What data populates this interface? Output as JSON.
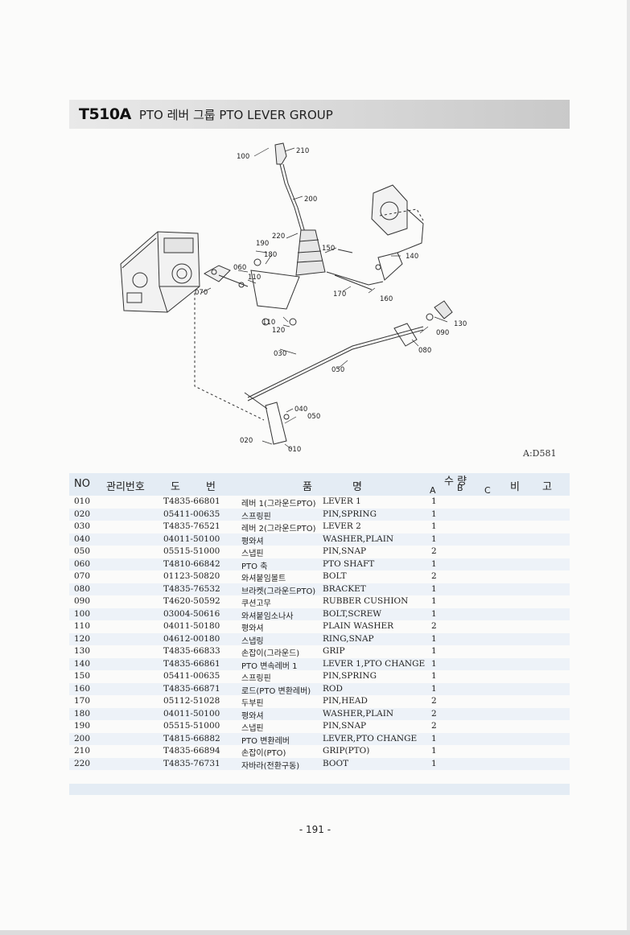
{
  "header": {
    "code": "T510A",
    "name": "PTO 레버 그룹  PTO LEVER GROUP"
  },
  "diagram": {
    "ref": "A:D581",
    "callouts": [
      "100",
      "210",
      "200",
      "220",
      "190",
      "180",
      "150",
      "140",
      "060",
      "110",
      "070",
      "170",
      "160",
      "130",
      "110",
      "120",
      "090",
      "080",
      "030",
      "050",
      "040",
      "050",
      "020",
      "010"
    ]
  },
  "table": {
    "headers": {
      "no": "NO",
      "mgmt": "관리번호",
      "part_do": "도",
      "part_beon": "번",
      "name_pum": "품",
      "name_myeong": "명",
      "qty": "수 량",
      "qty_a": "A",
      "qty_b": "B",
      "qty_c": "C",
      "remark_bi": "비",
      "remark_go": "고"
    },
    "rows": [
      {
        "no": "010",
        "part": "T4835-66801",
        "kr": "레버 1(그라운드PTO)",
        "en": "LEVER 1",
        "qa": "1"
      },
      {
        "no": "020",
        "part": "05411-00635",
        "kr": "스프링핀",
        "en": "PIN,SPRING",
        "qa": "1"
      },
      {
        "no": "030",
        "part": "T4835-76521",
        "kr": "레버 2(그라운드PTO)",
        "en": "LEVER 2",
        "qa": "1"
      },
      {
        "no": "040",
        "part": "04011-50100",
        "kr": "평와셔",
        "en": "WASHER,PLAIN",
        "qa": "1"
      },
      {
        "no": "050",
        "part": "05515-51000",
        "kr": "스냅핀",
        "en": "PIN,SNAP",
        "qa": "2"
      },
      {
        "no": "060",
        "part": "T4810-66842",
        "kr": "PTO 축",
        "en": "PTO SHAFT",
        "qa": "1"
      },
      {
        "no": "070",
        "part": "01123-50820",
        "kr": "와셔붙임볼트",
        "en": "BOLT",
        "qa": "2"
      },
      {
        "no": "080",
        "part": "T4835-76532",
        "kr": "브라켓(그라운드PTO)",
        "en": "BRACKET",
        "qa": "1"
      },
      {
        "no": "090",
        "part": "T4620-50592",
        "kr": "쿠션고무",
        "en": "RUBBER CUSHION",
        "qa": "1"
      },
      {
        "no": "100",
        "part": "03004-50616",
        "kr": "와셔붙임소나사",
        "en": "BOLT,SCREW",
        "qa": "1"
      },
      {
        "no": "110",
        "part": "04011-50180",
        "kr": "평와셔",
        "en": "PLAIN WASHER",
        "qa": "2"
      },
      {
        "no": "120",
        "part": "04612-00180",
        "kr": "스냅링",
        "en": "RING,SNAP",
        "qa": "1"
      },
      {
        "no": "130",
        "part": "T4835-66833",
        "kr": "손잡이(그라운드)",
        "en": "GRIP",
        "qa": "1"
      },
      {
        "no": "140",
        "part": "T4835-66861",
        "kr": "PTO 변속레버 1",
        "en": "LEVER 1,PTO CHANGE",
        "qa": "1"
      },
      {
        "no": "150",
        "part": "05411-00635",
        "kr": "스프링핀",
        "en": "PIN,SPRING",
        "qa": "1"
      },
      {
        "no": "160",
        "part": "T4835-66871",
        "kr": "로드(PTO 변환레버)",
        "en": "ROD",
        "qa": "1"
      },
      {
        "no": "170",
        "part": "05112-51028",
        "kr": "두부핀",
        "en": "PIN,HEAD",
        "qa": "2"
      },
      {
        "no": "180",
        "part": "04011-50100",
        "kr": "평와셔",
        "en": "WASHER,PLAIN",
        "qa": "2"
      },
      {
        "no": "190",
        "part": "05515-51000",
        "kr": "스냅핀",
        "en": "PIN,SNAP",
        "qa": "2"
      },
      {
        "no": "200",
        "part": "T4815-66882",
        "kr": "PTO 변환레버",
        "en": "LEVER,PTO CHANGE",
        "qa": "1"
      },
      {
        "no": "210",
        "part": "T4835-66894",
        "kr": "손잡이(PTO)",
        "en": "GRIP(PTO)",
        "qa": "1"
      },
      {
        "no": "220",
        "part": "T4835-76731",
        "kr": "자바라(전환구동)",
        "en": "BOOT",
        "qa": "1"
      }
    ]
  },
  "footer": {
    "page": "- 191 -"
  }
}
